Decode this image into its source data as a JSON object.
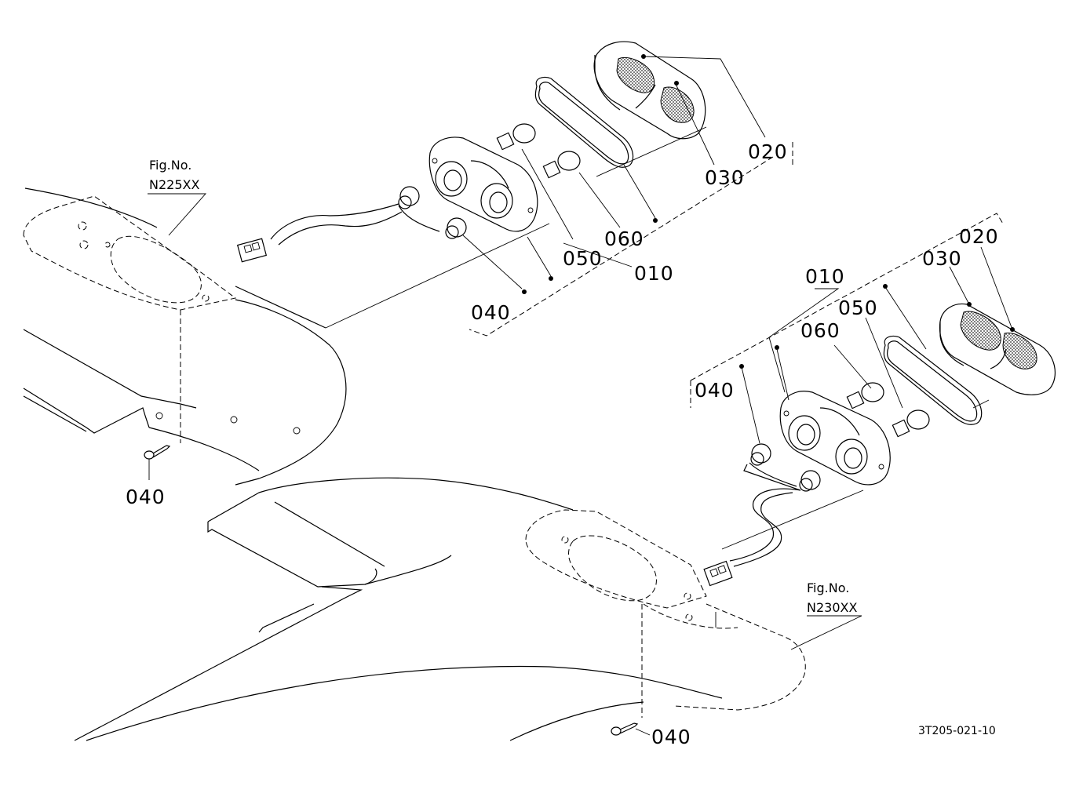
{
  "callouts": {
    "upper_010": "010",
    "upper_020": "020",
    "upper_030": "030",
    "upper_040": "040",
    "upper_050": "050",
    "upper_060": "060",
    "lower_010": "010",
    "lower_020": "020",
    "lower_030": "030",
    "lower_040": "040",
    "lower_050": "050",
    "lower_060": "060",
    "screw_left_040": "040",
    "screw_right_040": "040"
  },
  "figure_refs": {
    "left": {
      "line1": "Fig.No.",
      "line2": "N225XX"
    },
    "right": {
      "line1": "Fig.No.",
      "line2": "N230XX"
    }
  },
  "drawing_code": "3T205-021-10"
}
